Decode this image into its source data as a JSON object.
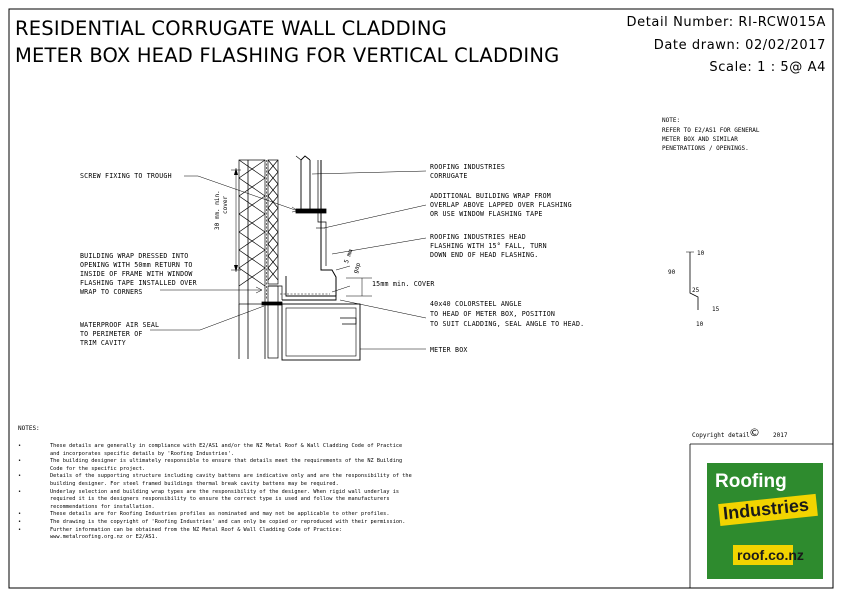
{
  "title": {
    "line1": "RESIDENTIAL CORRUGATE WALL CLADDING",
    "line2": "METER BOX HEAD FLASHING FOR VERTICAL CLADDING"
  },
  "meta": {
    "detail_number": "Detail Number:  RI-RCW015A",
    "date_drawn": "Date drawn:  02/02/2017",
    "scale": "Scale:   1 : 5@ A4"
  },
  "note_top": {
    "heading": "NOTE:",
    "lines": [
      "REFER TO E2/AS1 FOR GENERAL",
      "METER BOX AND SIMILAR",
      "PENETRATIONS / OPENINGS."
    ]
  },
  "labels": {
    "screw_fixing": "SCREW FIXING TO TROUGH",
    "min_cover_30": "30 mm. min.",
    "cover": "cover",
    "roofing_corrugate": [
      "ROOFING INDUSTRIES",
      "CORRUGATE"
    ],
    "additional_wrap": [
      "ADDITIONAL BUILDING WRAP FROM",
      "OVERLAP ABOVE LAPPED OVER FLASHING",
      "OR USE WINDOW FLASHING TAPE"
    ],
    "head_flashing": [
      "ROOFING INDUSTRIES HEAD",
      "FLASHING WITH 15° FALL, TURN",
      "DOWN END OF HEAD FLASHING."
    ],
    "gap_5": "5 mm",
    "gap": "gap",
    "min_cover_15": "15mm min. COVER",
    "angle": [
      "40x40 COLORSTEEL ANGLE",
      "TO HEAD OF METER BOX, POSITION",
      "TO SUIT CLADDING, SEAL ANGLE TO HEAD."
    ],
    "meter_box": "METER BOX",
    "building_wrap": [
      "BUILDING WRAP DRESSED INTO",
      "OPENING WITH 50mm RETURN TO",
      "INSIDE OF FRAME WITH WINDOW",
      "FLASHING TAPE INSTALLED OVER",
      "WRAP TO CORNERS"
    ],
    "air_seal": [
      "WATERPROOF AIR SEAL",
      "TO PERIMETER OF",
      "TRIM CAVITY"
    ]
  },
  "profile": {
    "d10_top": "10",
    "d90": "90",
    "d25": "25",
    "d15": "15",
    "d10_bottom": "10"
  },
  "notes": {
    "heading": "NOTES:",
    "items": [
      [
        "These details are generally in compliance with E2/AS1 and/or the NZ Metal Roof & Wall Cladding Code of Practice",
        "and incorporates specific details by 'Roofing Industries'."
      ],
      [
        "The building designer is ultimately responsible to ensure that details meet the requirements of the NZ Building",
        "Code for the specific project."
      ],
      [
        "Details of the supporting structure including cavity battens are indicative only and are the responsibility of the",
        "building designer. For steel framed buildings thermal break cavity battens may be required."
      ],
      [
        "Underlay selection and building wrap types are the responsibility of the designer. When rigid wall underlay is",
        "required it is the designers responsibility to ensure the correct type is used and follow the manufacturers",
        "recommendations for installation."
      ],
      [
        "These details are for Roofing Industries profiles as nominated and may not be applicable to other profiles."
      ],
      [
        "The drawing is the copyright of 'Roofing Industries' and can only be copied or reproduced with their permission."
      ],
      [
        "Further information can be obtained from the NZ Metal Roof & Wall Cladding Code of Practice:",
        "www.metalroofing.org.nz or E2/AS1."
      ]
    ]
  },
  "copyright": {
    "text": "Copyright detail",
    "symbol": "©",
    "year": "2017"
  },
  "logo": {
    "line1": "Roofing",
    "line2": "Industries",
    "url": "roof.co.nz",
    "colors": {
      "green": "#2e8b2e",
      "yellow": "#f2d400",
      "text_dark": "#1a1a1a"
    }
  }
}
